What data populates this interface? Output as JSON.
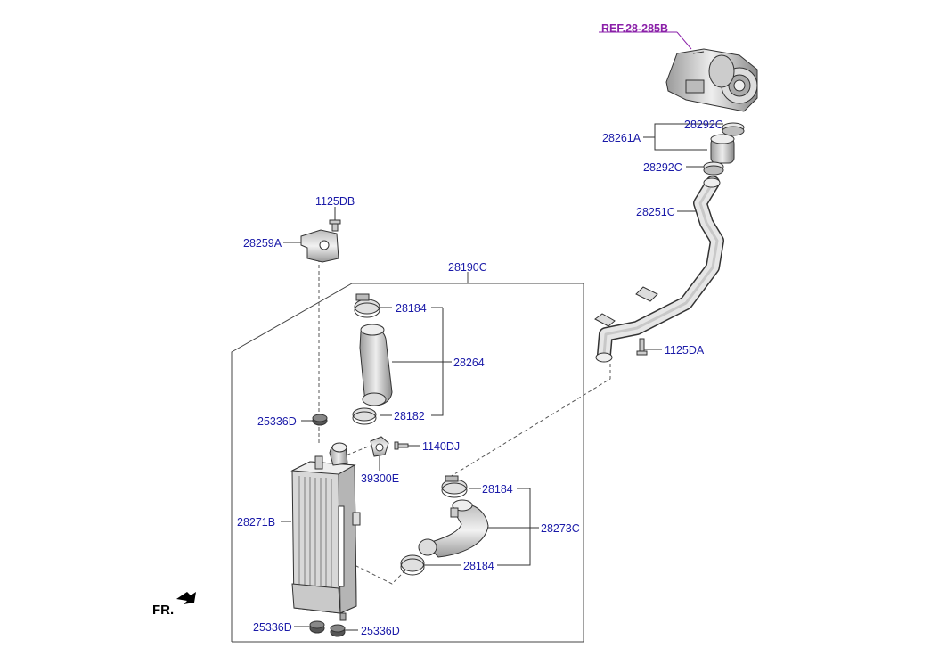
{
  "labels": {
    "ref": "REF.28-285B",
    "p28292c_top": "28292C",
    "p28261a": "28261A",
    "p28292c_bottom": "28292C",
    "p28251c": "28251C",
    "p1125da": "1125DA",
    "p1125db": "1125DB",
    "p28259a": "28259A",
    "p28190c": "28190C",
    "p28184_top": "28184",
    "p28264": "28264",
    "p28182": "28182",
    "p25336d_mid": "25336D",
    "p1140dj": "1140DJ",
    "p39300e": "39300E",
    "p28184_mid": "28184",
    "p28271b": "28271B",
    "p28273c": "28273C",
    "p28184_bottom": "28184",
    "p25336d_bl": "25336D",
    "p25336d_br": "25336D",
    "fr": "FR."
  },
  "colors": {
    "label": "#1a1aa8",
    "ref": "#8a1fa8",
    "line": "#333333"
  }
}
